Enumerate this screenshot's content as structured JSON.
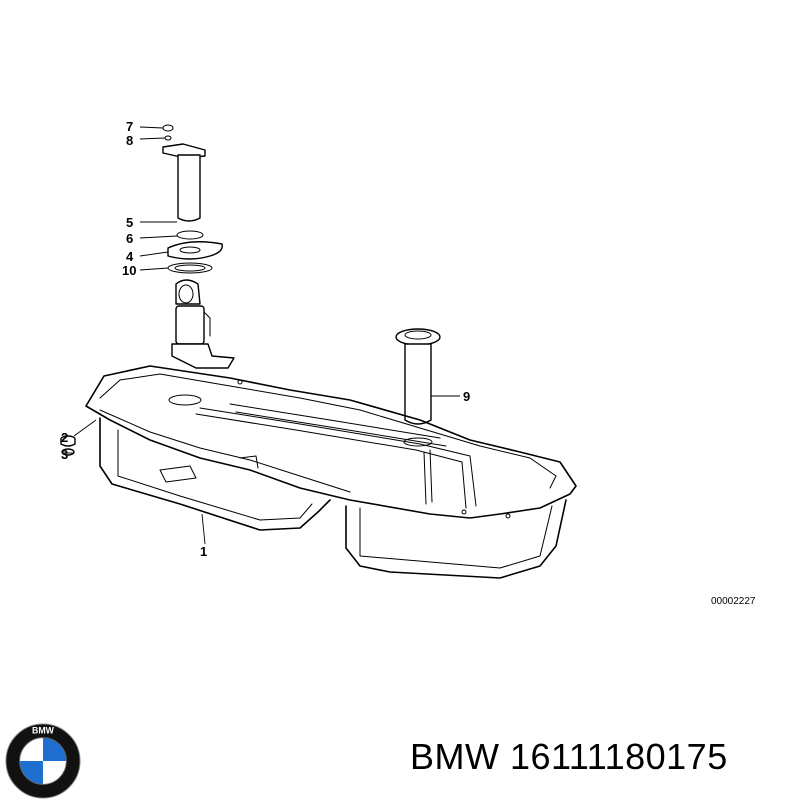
{
  "callouts": [
    {
      "id": "7",
      "label": "7"
    },
    {
      "id": "8",
      "label": "8"
    },
    {
      "id": "5",
      "label": "5"
    },
    {
      "id": "6",
      "label": "6"
    },
    {
      "id": "4",
      "label": "4"
    },
    {
      "id": "10",
      "label": "10"
    },
    {
      "id": "9",
      "label": "9"
    },
    {
      "id": "2",
      "label": "2"
    },
    {
      "id": "3",
      "label": "3"
    },
    {
      "id": "1",
      "label": "1"
    }
  ],
  "diagram_ref": "00002227",
  "caption": {
    "brand": "BMW",
    "part_number": "16111180175"
  },
  "logo": {
    "text": "BMW",
    "colors": {
      "blue": "#1f6fd1",
      "black": "#111111",
      "white": "#ffffff"
    }
  }
}
